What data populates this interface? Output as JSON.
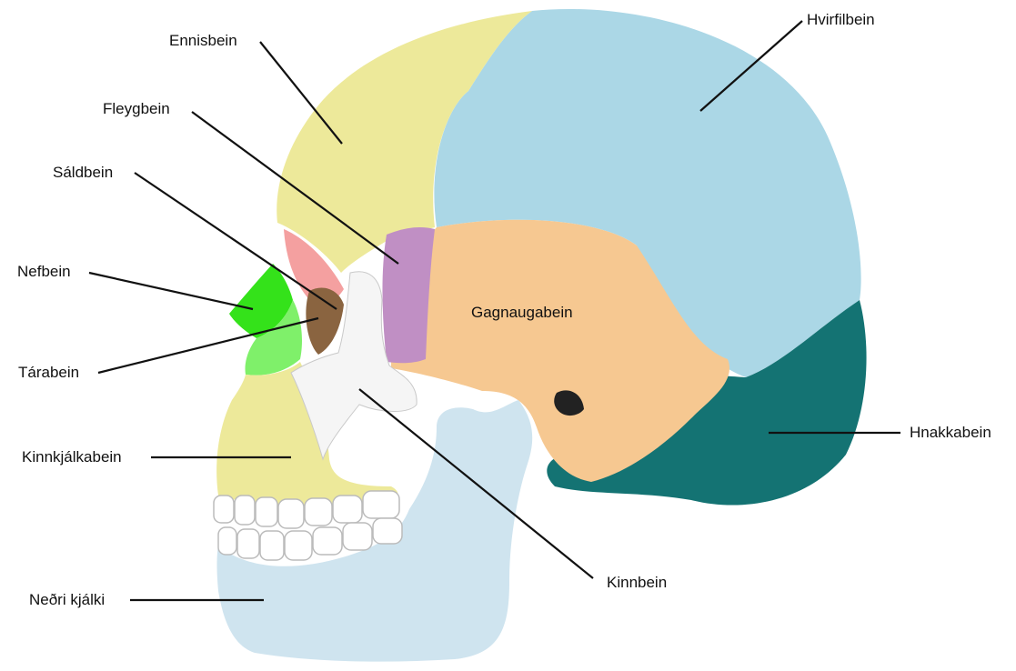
{
  "labels": {
    "ennisbein": "Ennisbein",
    "fleygbein": "Fleygbein",
    "saldbein": "Sáldbein",
    "nefbein": "Nefbein",
    "tarabein": "Tárabein",
    "kinnkjalkabein": "Kinnkjálkabein",
    "nedri_kjalki": "Neðri kjálki",
    "hvirfilbein": "Hvirfilbein",
    "gagnaugabein": "Gagnaugabein",
    "hnakkabein": "Hnakkabein",
    "kinnbein": "Kinnbein"
  },
  "colors": {
    "frontal": "#ede99a",
    "parietal": "#abd7e6",
    "temporal": "#f6c891",
    "occipital": "#147373",
    "sphenoid": "#c08fc4",
    "ethmoid": "#f4a0a0",
    "nasal": "#34e21a",
    "lacrimal": "#8a6440",
    "zygomatic": "#f5f5f5",
    "maxilla": "#ede99a",
    "mandible": "#cfe4ef",
    "leader": "#111111"
  }
}
